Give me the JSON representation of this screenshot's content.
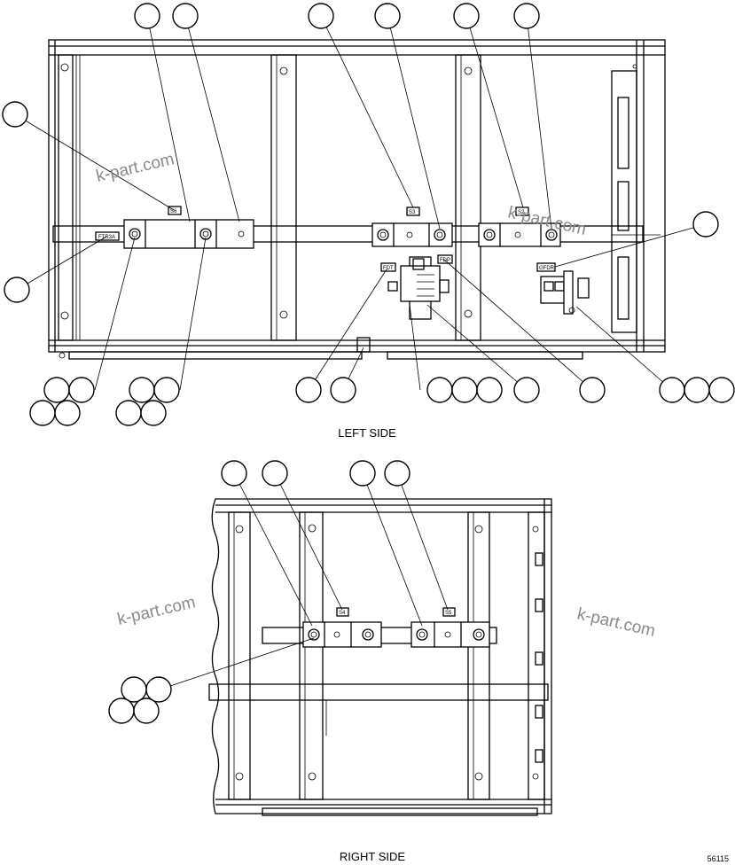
{
  "views": {
    "left": {
      "caption": "LEFT SIDE"
    },
    "right": {
      "caption": "RIGHT SIDE"
    }
  },
  "labels": {
    "ftr3a": "FTR3A",
    "s6": "S6",
    "s3": "S3",
    "s2": "S2",
    "fdt": "FDT",
    "fdp": "FDP",
    "gfdr": "GFDR",
    "s4": "S4",
    "s5": "S5"
  },
  "watermarks": [
    "k-part.com",
    "k-part.com",
    "k-part.com",
    "k-part.com"
  ],
  "figure_number": "56115"
}
